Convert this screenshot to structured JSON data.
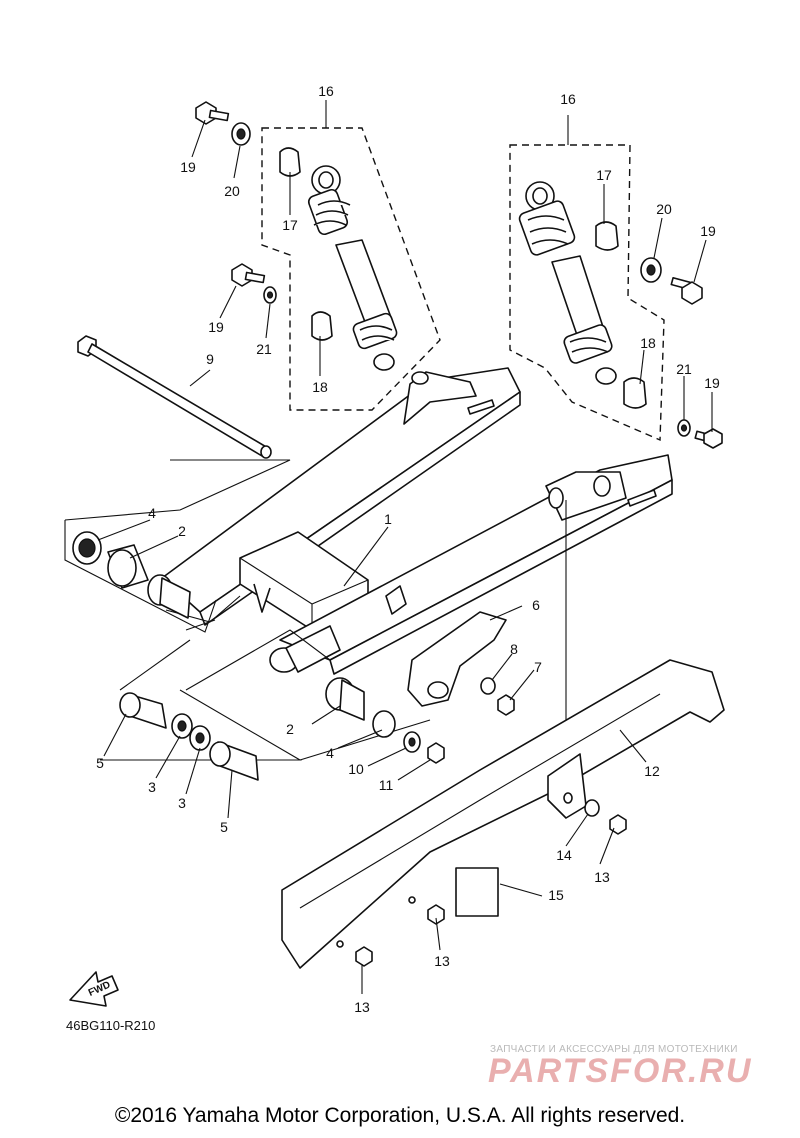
{
  "diagram": {
    "part_code": "46BG110-R210",
    "fwd_label": "FWD",
    "callouts": {
      "c1": "1",
      "c2a": "2",
      "c2b": "2",
      "c3a": "3",
      "c3b": "3",
      "c4a": "4",
      "c4b": "4",
      "c5a": "5",
      "c5b": "5",
      "c6": "6",
      "c7": "7",
      "c8": "8",
      "c9": "9",
      "c10": "10",
      "c11": "11",
      "c12": "12",
      "c13a": "13",
      "c13b": "13",
      "c13c": "13",
      "c14": "14",
      "c15": "15",
      "c16a": "16",
      "c16b": "16",
      "c17a": "17",
      "c17b": "17",
      "c18a": "18",
      "c18b": "18",
      "c19a": "19",
      "c19b": "19",
      "c19c": "19",
      "c20a": "20",
      "c20b": "20",
      "c21a": "21",
      "c21b": "21"
    }
  },
  "watermark": {
    "tagline": "ЗАПЧАСТИ И АКСЕССУАРЫ ДЛЯ МОТОТЕХНИКИ",
    "logo": "PARTSFOR.RU"
  },
  "footer": {
    "copyright": "©2016 Yamaha Motor Corporation, U.S.A. All rights reserved."
  }
}
